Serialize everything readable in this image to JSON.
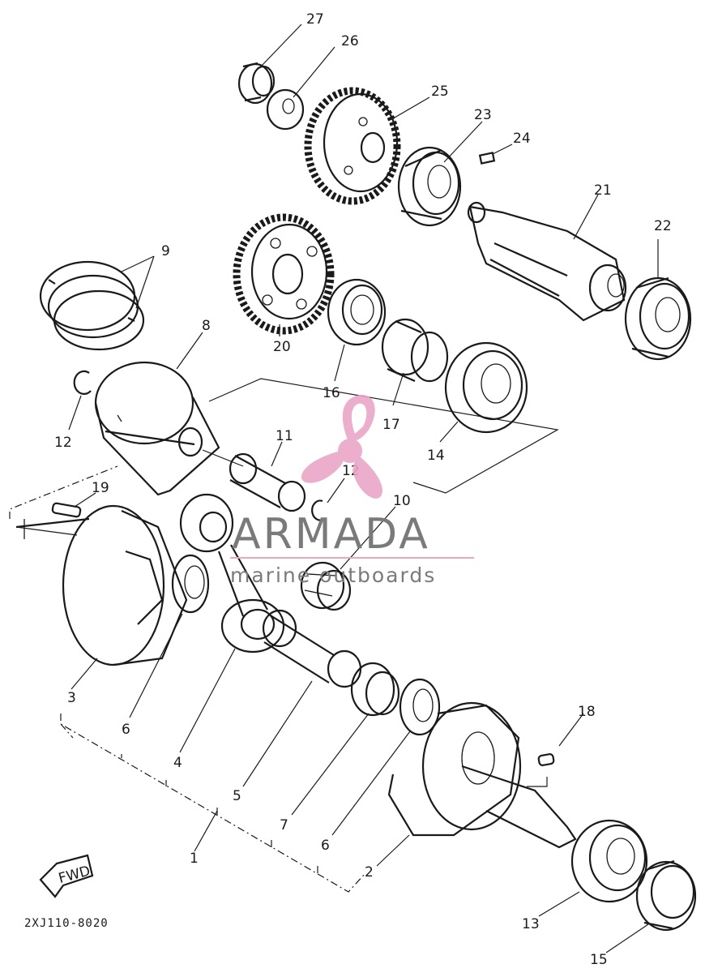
{
  "diagram": {
    "code": "2XJ110-8020",
    "fwd_label": "FWD",
    "labels": {
      "p1": "1",
      "p2": "2",
      "p3": "3",
      "p4": "4",
      "p5": "5",
      "p6a": "6",
      "p6b": "6",
      "p7": "7",
      "p8": "8",
      "p9": "9",
      "p10": "10",
      "p11": "11",
      "p12a": "12",
      "p12b": "12",
      "p13": "13",
      "p14": "14",
      "p15": "15",
      "p16": "16",
      "p17": "17",
      "p18": "18",
      "p19": "19",
      "p20": "20",
      "p21": "21",
      "p22": "22",
      "p23": "23",
      "p24": "24",
      "p25": "25",
      "p26": "26",
      "p27": "27"
    }
  },
  "watermark": {
    "brand": "ARMADA",
    "tagline": "marine outboards",
    "colors": {
      "logo": "#e9a6c7",
      "text": "#7a7a7a",
      "line": "#e9a6c7"
    }
  }
}
